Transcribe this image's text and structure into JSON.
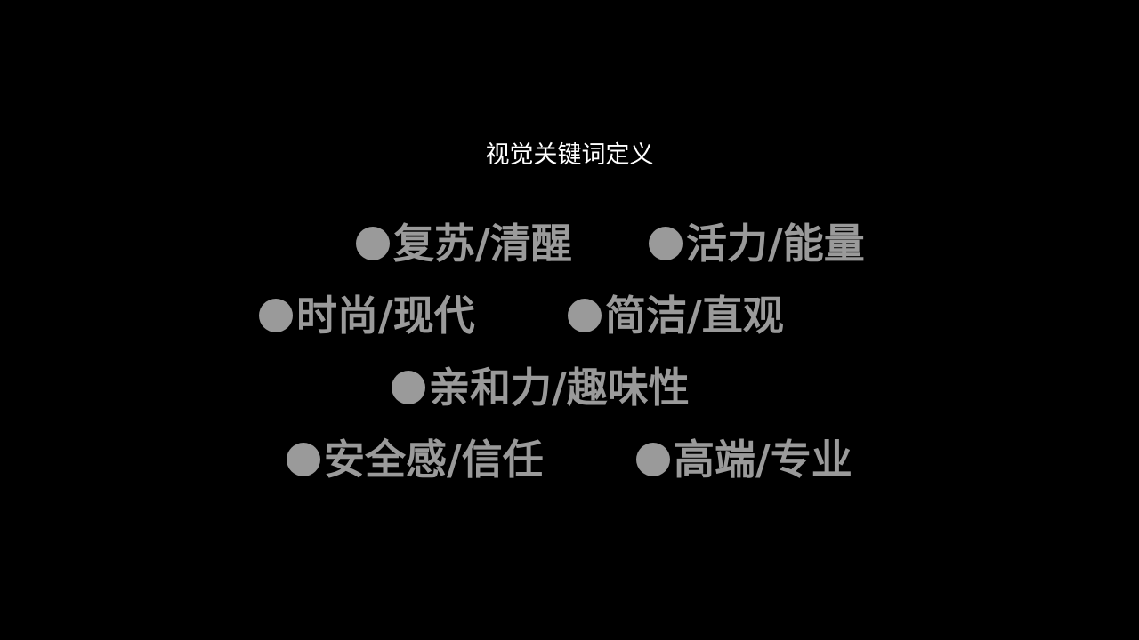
{
  "slide": {
    "title": "视觉关键词定义",
    "text_color": "#9a9a9a",
    "background_color": "#000000",
    "keywords": [
      {
        "label": "复苏/清醒"
      },
      {
        "label": "活力/能量"
      },
      {
        "label": "时尚/现代"
      },
      {
        "label": "简洁/直观"
      },
      {
        "label": "亲和力/趣味性"
      },
      {
        "label": "安全感/信任"
      },
      {
        "label": "高端/专业"
      }
    ]
  }
}
